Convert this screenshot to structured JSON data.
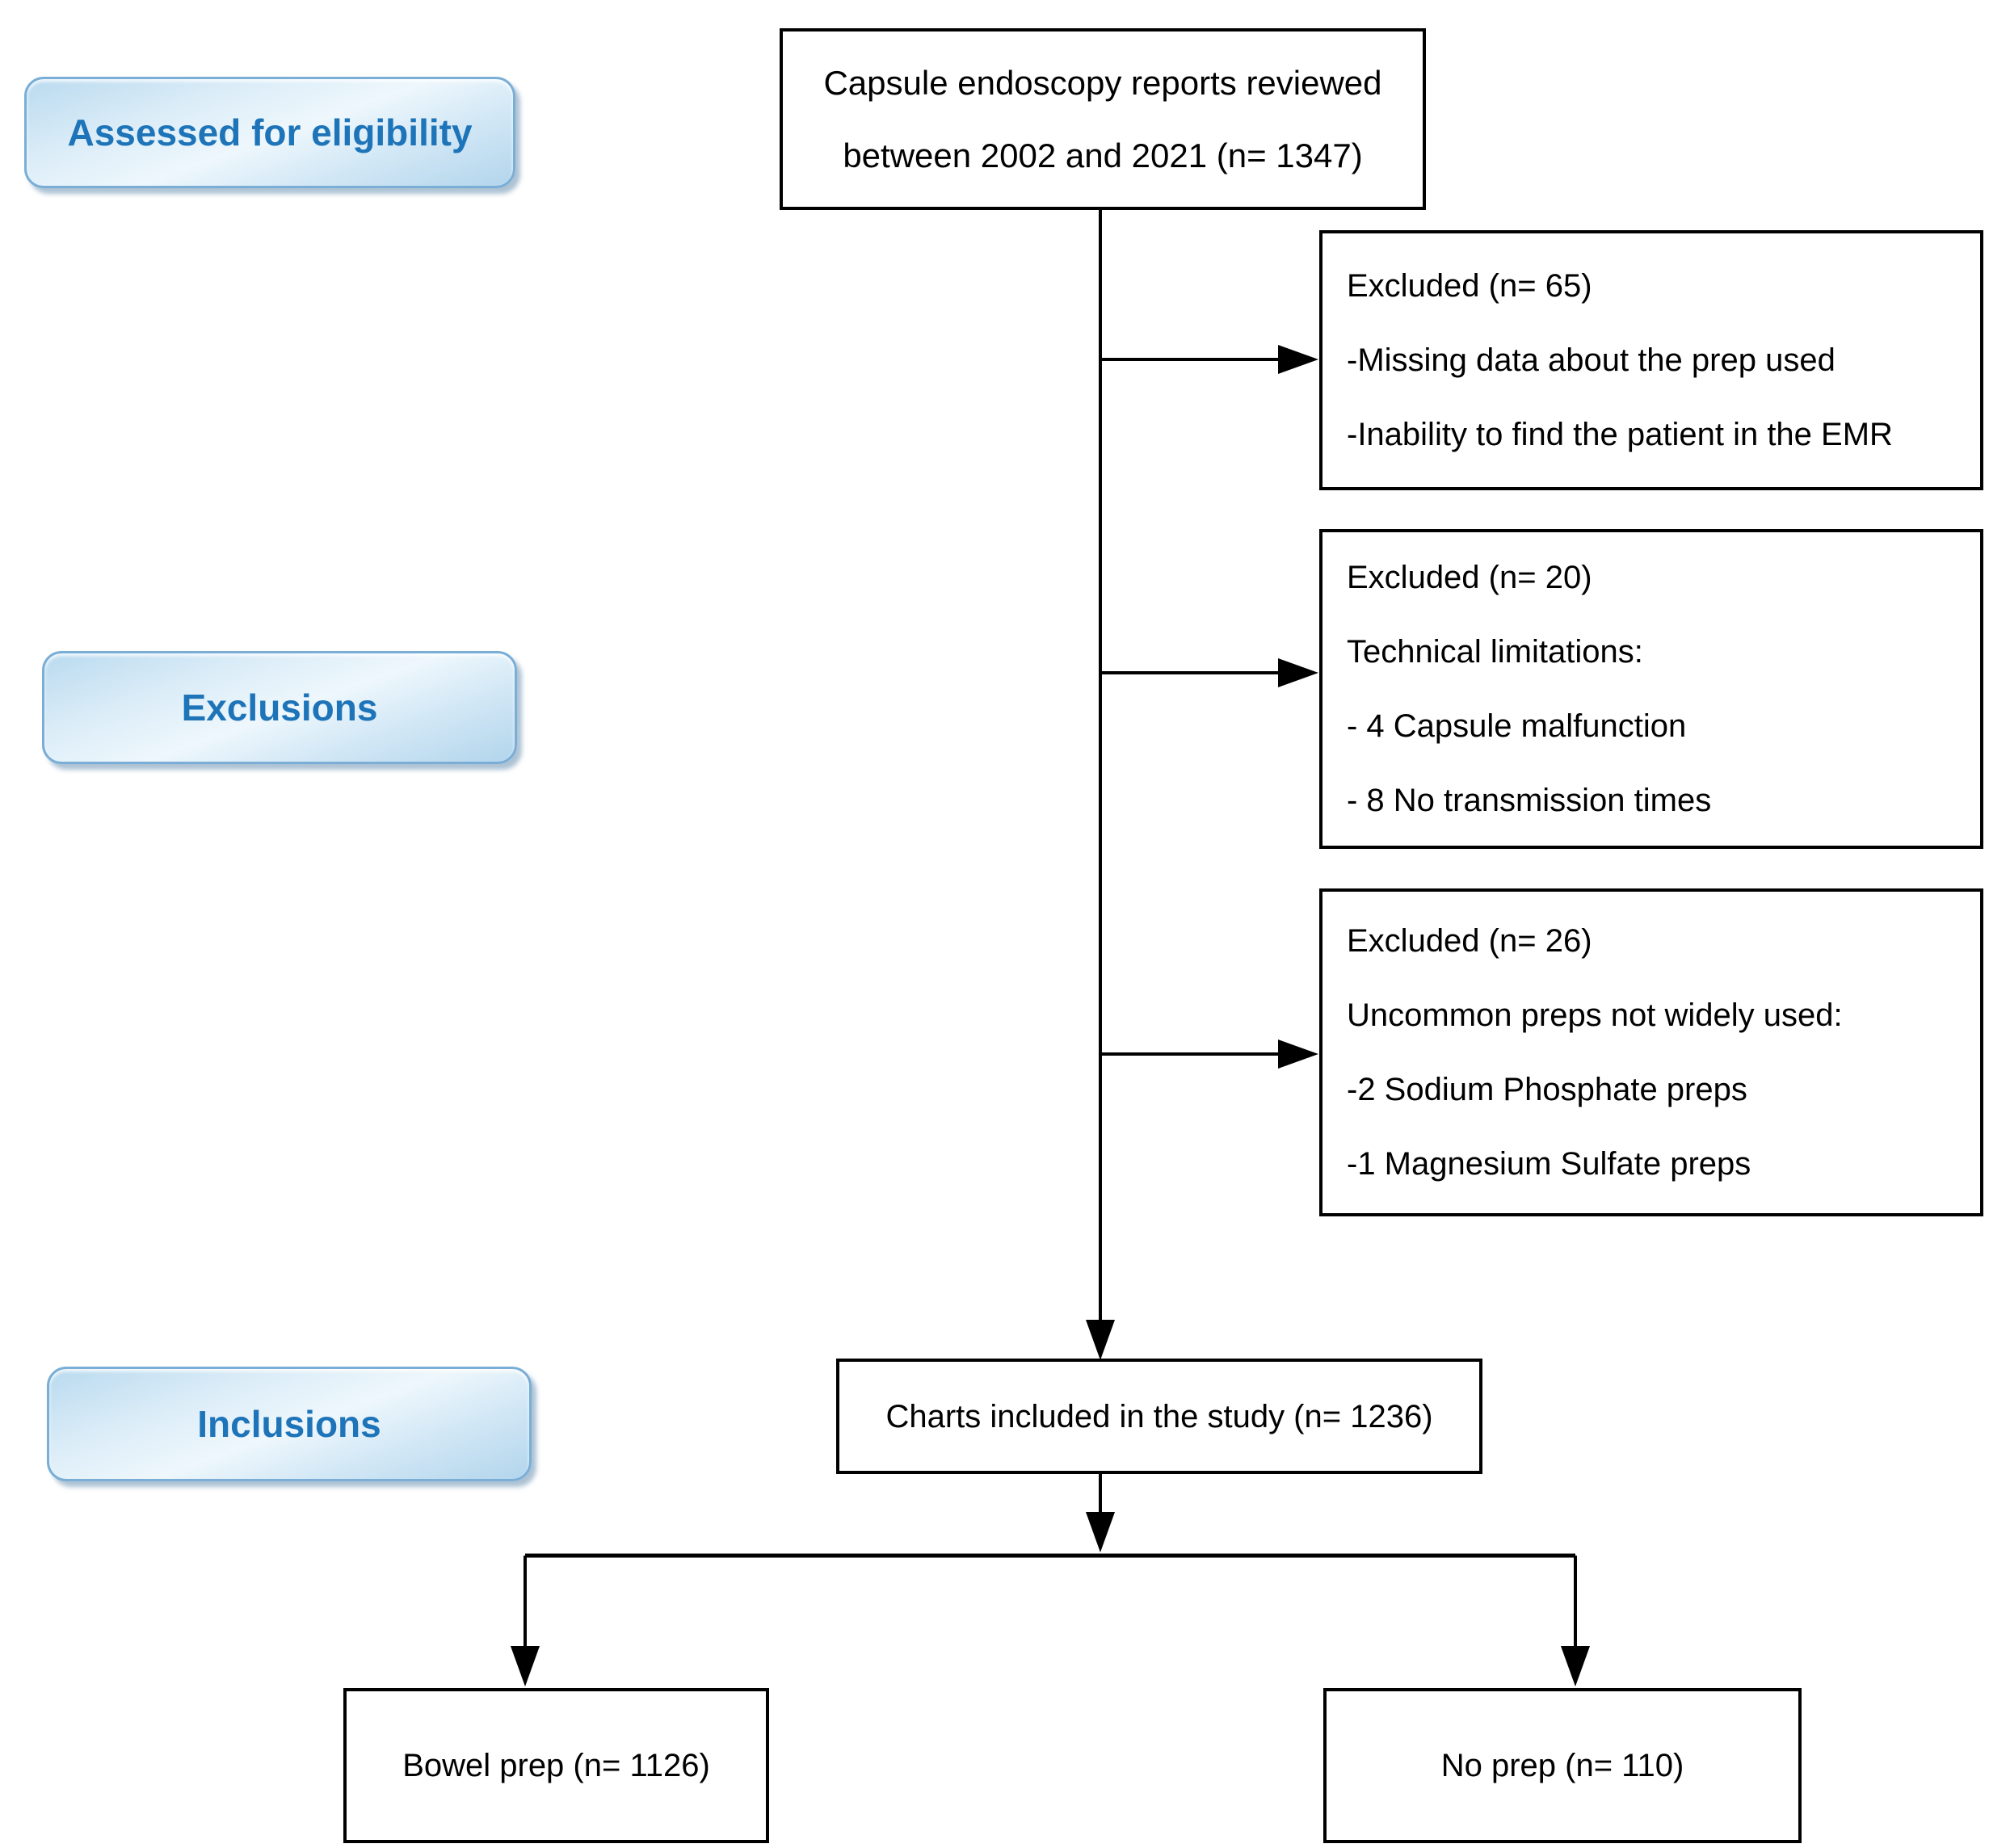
{
  "figure": {
    "kind": "study-flow-diagram",
    "colors": {
      "stage_button_text": "#1e74b8",
      "stage_button_border": "#7aaed6",
      "stage_button_fill_top": "#b9daef",
      "stage_button_fill_mid": "#eef7fc",
      "box_border": "#000000",
      "box_text": "#000000",
      "connector": "#000000",
      "background": "#ffffff"
    },
    "stages": {
      "assessed": {
        "label": "Assessed for eligibility"
      },
      "exclusions": {
        "label": "Exclusions"
      },
      "inclusions": {
        "label": "Inclusions"
      }
    },
    "nodes": {
      "source": {
        "lines": [
          "Capsule endoscopy reports reviewed",
          "between 2002 and 2021 (n= 1347)"
        ]
      },
      "excluded_1": {
        "lines": [
          "Excluded (n= 65)",
          "-Missing data about the prep used",
          "-Inability to find the patient in the EMR"
        ]
      },
      "excluded_2": {
        "lines": [
          "Excluded (n= 20)",
          "Technical limitations:",
          "- 4 Capsule malfunction",
          "- 8 No transmission times"
        ]
      },
      "excluded_3": {
        "lines": [
          "Excluded (n= 26)",
          "Uncommon preps not widely used:",
          "-2 Sodium Phosphate preps",
          "-1 Magnesium Sulfate preps"
        ]
      },
      "included": {
        "lines": [
          "Charts included in the study (n= 1236)"
        ]
      },
      "bowel_prep": {
        "lines": [
          "Bowel prep (n= 1126)"
        ]
      },
      "no_prep": {
        "lines": [
          "No prep (n= 110)"
        ]
      }
    }
  }
}
